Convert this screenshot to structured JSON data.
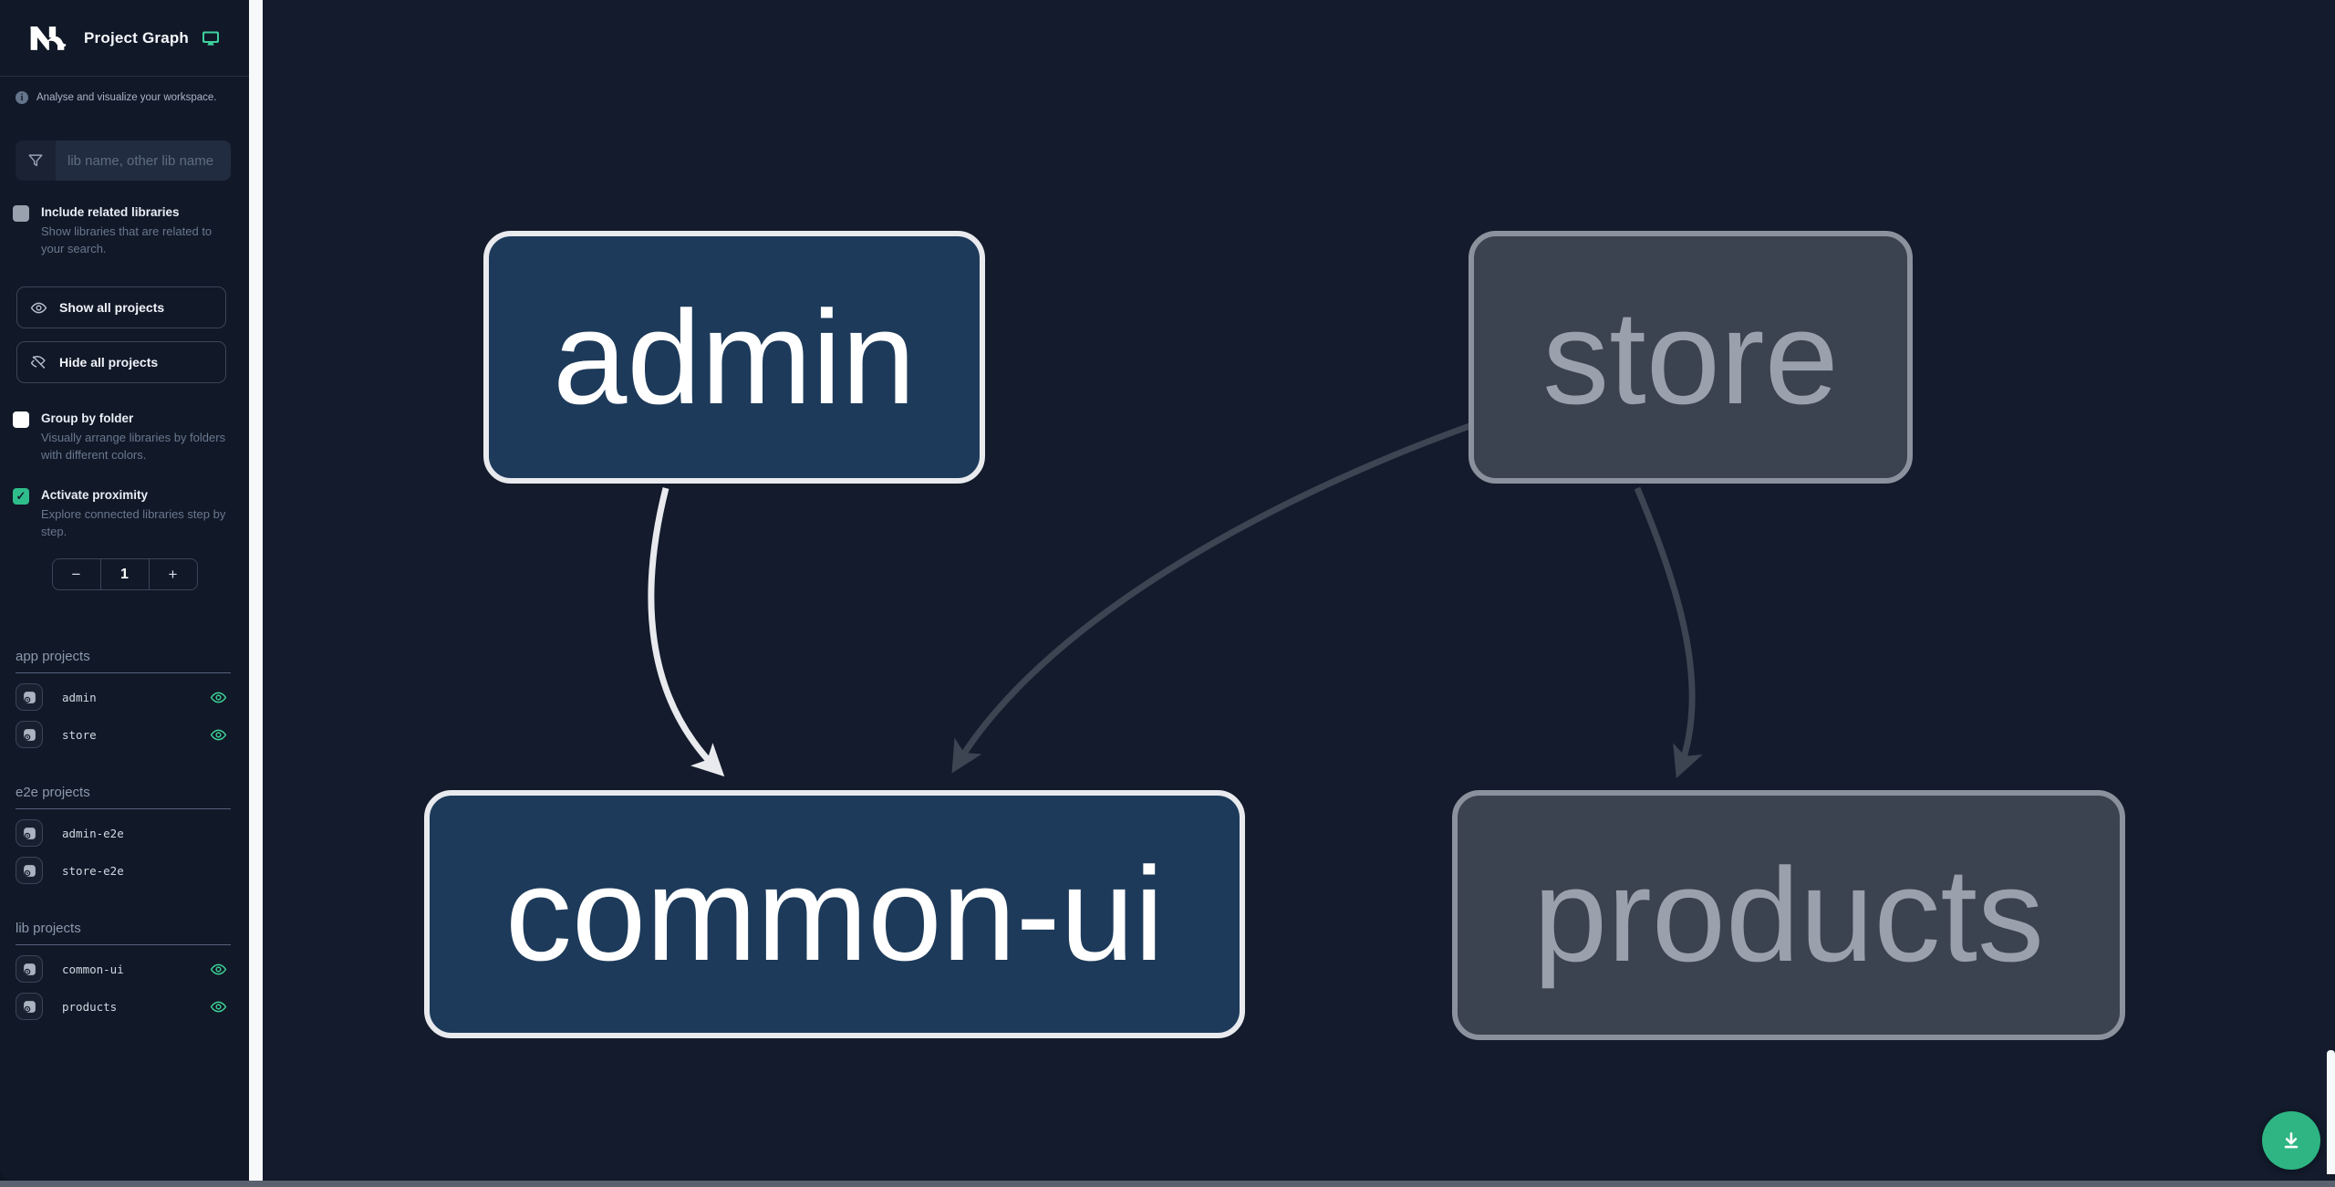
{
  "header": {
    "title": "Project Graph",
    "logo": "nx-logo",
    "screen_icon": "monitor-icon"
  },
  "sidebar": {
    "tagline": "Analyse and visualize your workspace.",
    "filter_placeholder": "lib name, other lib name",
    "include_related": {
      "label": "Include related libraries",
      "description": "Show libraries that are related to your search.",
      "checked": false
    },
    "show_all_label": "Show all projects",
    "hide_all_label": "Hide all projects",
    "group_by_folder": {
      "label": "Group by folder",
      "description": "Visually arrange libraries by folders with different colors.",
      "checked": false
    },
    "activate_proximity": {
      "label": "Activate proximity",
      "description": "Explore connected libraries step by step.",
      "checked": true
    },
    "proximity": {
      "decrement_label": "−",
      "value": "1",
      "increment_label": "+"
    },
    "sections": [
      {
        "title": "app projects",
        "items": [
          {
            "name": "admin",
            "visible": true
          },
          {
            "name": "store",
            "visible": true
          }
        ]
      },
      {
        "title": "e2e projects",
        "items": [
          {
            "name": "admin-e2e",
            "visible": false
          },
          {
            "name": "store-e2e",
            "visible": false
          }
        ]
      },
      {
        "title": "lib projects",
        "items": [
          {
            "name": "common-ui",
            "visible": true
          },
          {
            "name": "products",
            "visible": true
          }
        ]
      }
    ]
  },
  "graph": {
    "nodes": [
      {
        "label": "admin",
        "state": "focused"
      },
      {
        "label": "store",
        "state": "unfocused"
      },
      {
        "label": "common-ui",
        "state": "focused"
      },
      {
        "label": "products",
        "state": "unfocused"
      }
    ],
    "edges": [
      {
        "from": "admin",
        "to": "common-ui",
        "state": "focused"
      },
      {
        "from": "store",
        "to": "common-ui",
        "state": "unfocused"
      },
      {
        "from": "store",
        "to": "products",
        "state": "unfocused"
      }
    ]
  },
  "colors": {
    "accent_green": "#2fbd8c",
    "eye_green": "#3ed195",
    "node_focused_fill": "#1d3a5a",
    "node_focused_border": "#e8eaee",
    "node_unfocused_fill": "#3c4350",
    "node_unfocused_border": "#8b929d",
    "edge_focused": "#e8eaee",
    "edge_unfocused": "#3d4452",
    "sidebar_bg": "#111827",
    "canvas_bg": "#131b2c"
  },
  "fab": {
    "icon": "download-icon"
  }
}
